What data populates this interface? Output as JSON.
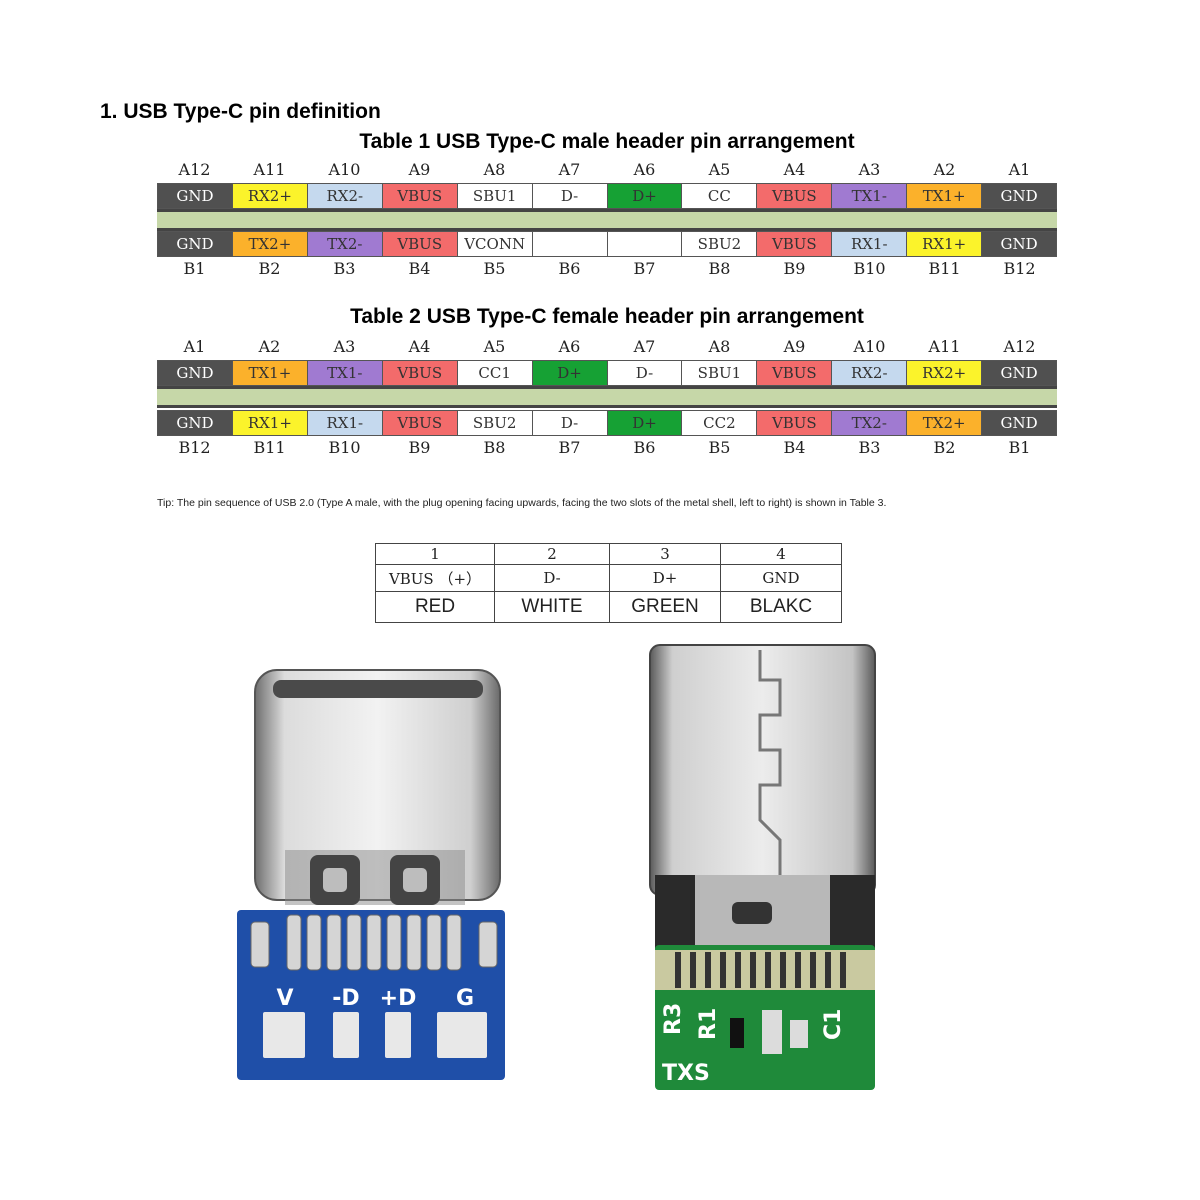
{
  "section_title": "1. USB Type-C pin definition",
  "colors": {
    "GND": "#505050",
    "VBUS": "#f36b6b",
    "RX2+": "#fbf32b",
    "RX2-": "#c5d9ee",
    "SBU1": "#ffffff",
    "D-": "#ffffff",
    "D+": "#16a134",
    "CC": "#ffffff",
    "TX1-": "#a07ad1",
    "TX1+": "#fbb12b",
    "TX2+": "#fbb12b",
    "TX2-": "#a07ad1",
    "VCONN": "#ffffff",
    "blank": "#ffffff",
    "SBU2": "#ffffff",
    "RX1-": "#c5d9ee",
    "RX1+": "#fbf32b",
    "CC1": "#ffffff",
    "CC2": "#ffffff",
    "band": "#c6d7a8",
    "pcb_blue": "#1f4fa8",
    "pcb_green": "#1f8a3a"
  },
  "table1": {
    "title": "Table 1 USB Type-C male header pin arrangement",
    "top_labels": [
      "A12",
      "A11",
      "A10",
      "A9",
      "A8",
      "A7",
      "A6",
      "A5",
      "A4",
      "A3",
      "A2",
      "A1"
    ],
    "top_pins": [
      "GND",
      "RX2+",
      "RX2-",
      "VBUS",
      "SBU1",
      "D-",
      "D+",
      "CC",
      "VBUS",
      "TX1-",
      "TX1+",
      "GND"
    ],
    "bottom_pins": [
      "GND",
      "TX2+",
      "TX2-",
      "VBUS",
      "VCONN",
      "",
      "",
      "SBU2",
      "VBUS",
      "RX1-",
      "RX1+",
      "GND"
    ],
    "bottom_labels": [
      "B1",
      "B2",
      "B3",
      "B4",
      "B5",
      "B6",
      "B7",
      "B8",
      "B9",
      "B10",
      "B11",
      "B12"
    ]
  },
  "table2": {
    "title": "Table 2 USB Type-C female header pin arrangement",
    "top_labels": [
      "A1",
      "A2",
      "A3",
      "A4",
      "A5",
      "A6",
      "A7",
      "A8",
      "A9",
      "A10",
      "A11",
      "A12"
    ],
    "top_pins": [
      "GND",
      "TX1+",
      "TX1-",
      "VBUS",
      "CC1",
      "D+",
      "D-",
      "SBU1",
      "VBUS",
      "RX2-",
      "RX2+",
      "GND"
    ],
    "bottom_pins": [
      "GND",
      "RX1+",
      "RX1-",
      "VBUS",
      "SBU2",
      "D-",
      "D+",
      "CC2",
      "VBUS",
      "TX2-",
      "TX2+",
      "GND"
    ],
    "bottom_labels": [
      "B12",
      "B11",
      "B10",
      "B9",
      "B8",
      "B7",
      "B6",
      "B5",
      "B4",
      "B3",
      "B2",
      "B1"
    ]
  },
  "tip": "Tip: The pin sequence of USB 2.0 (Type A male, with the plug opening facing upwards, facing the two slots of the metal shell, left to right) is shown in Table 3.",
  "table3": {
    "numbers": [
      "1",
      "2",
      "3",
      "4"
    ],
    "signals": [
      "VBUS （+）",
      "D-",
      "D+",
      "GND"
    ],
    "wires": [
      "RED",
      "WHITE",
      "GREEN",
      "BLAKC"
    ]
  },
  "photo_left": {
    "pad_labels": [
      "V",
      "-D",
      "+D",
      "G"
    ]
  },
  "photo_right": {
    "silk_labels": [
      "R3",
      "R1",
      "C1",
      "TXS"
    ]
  }
}
